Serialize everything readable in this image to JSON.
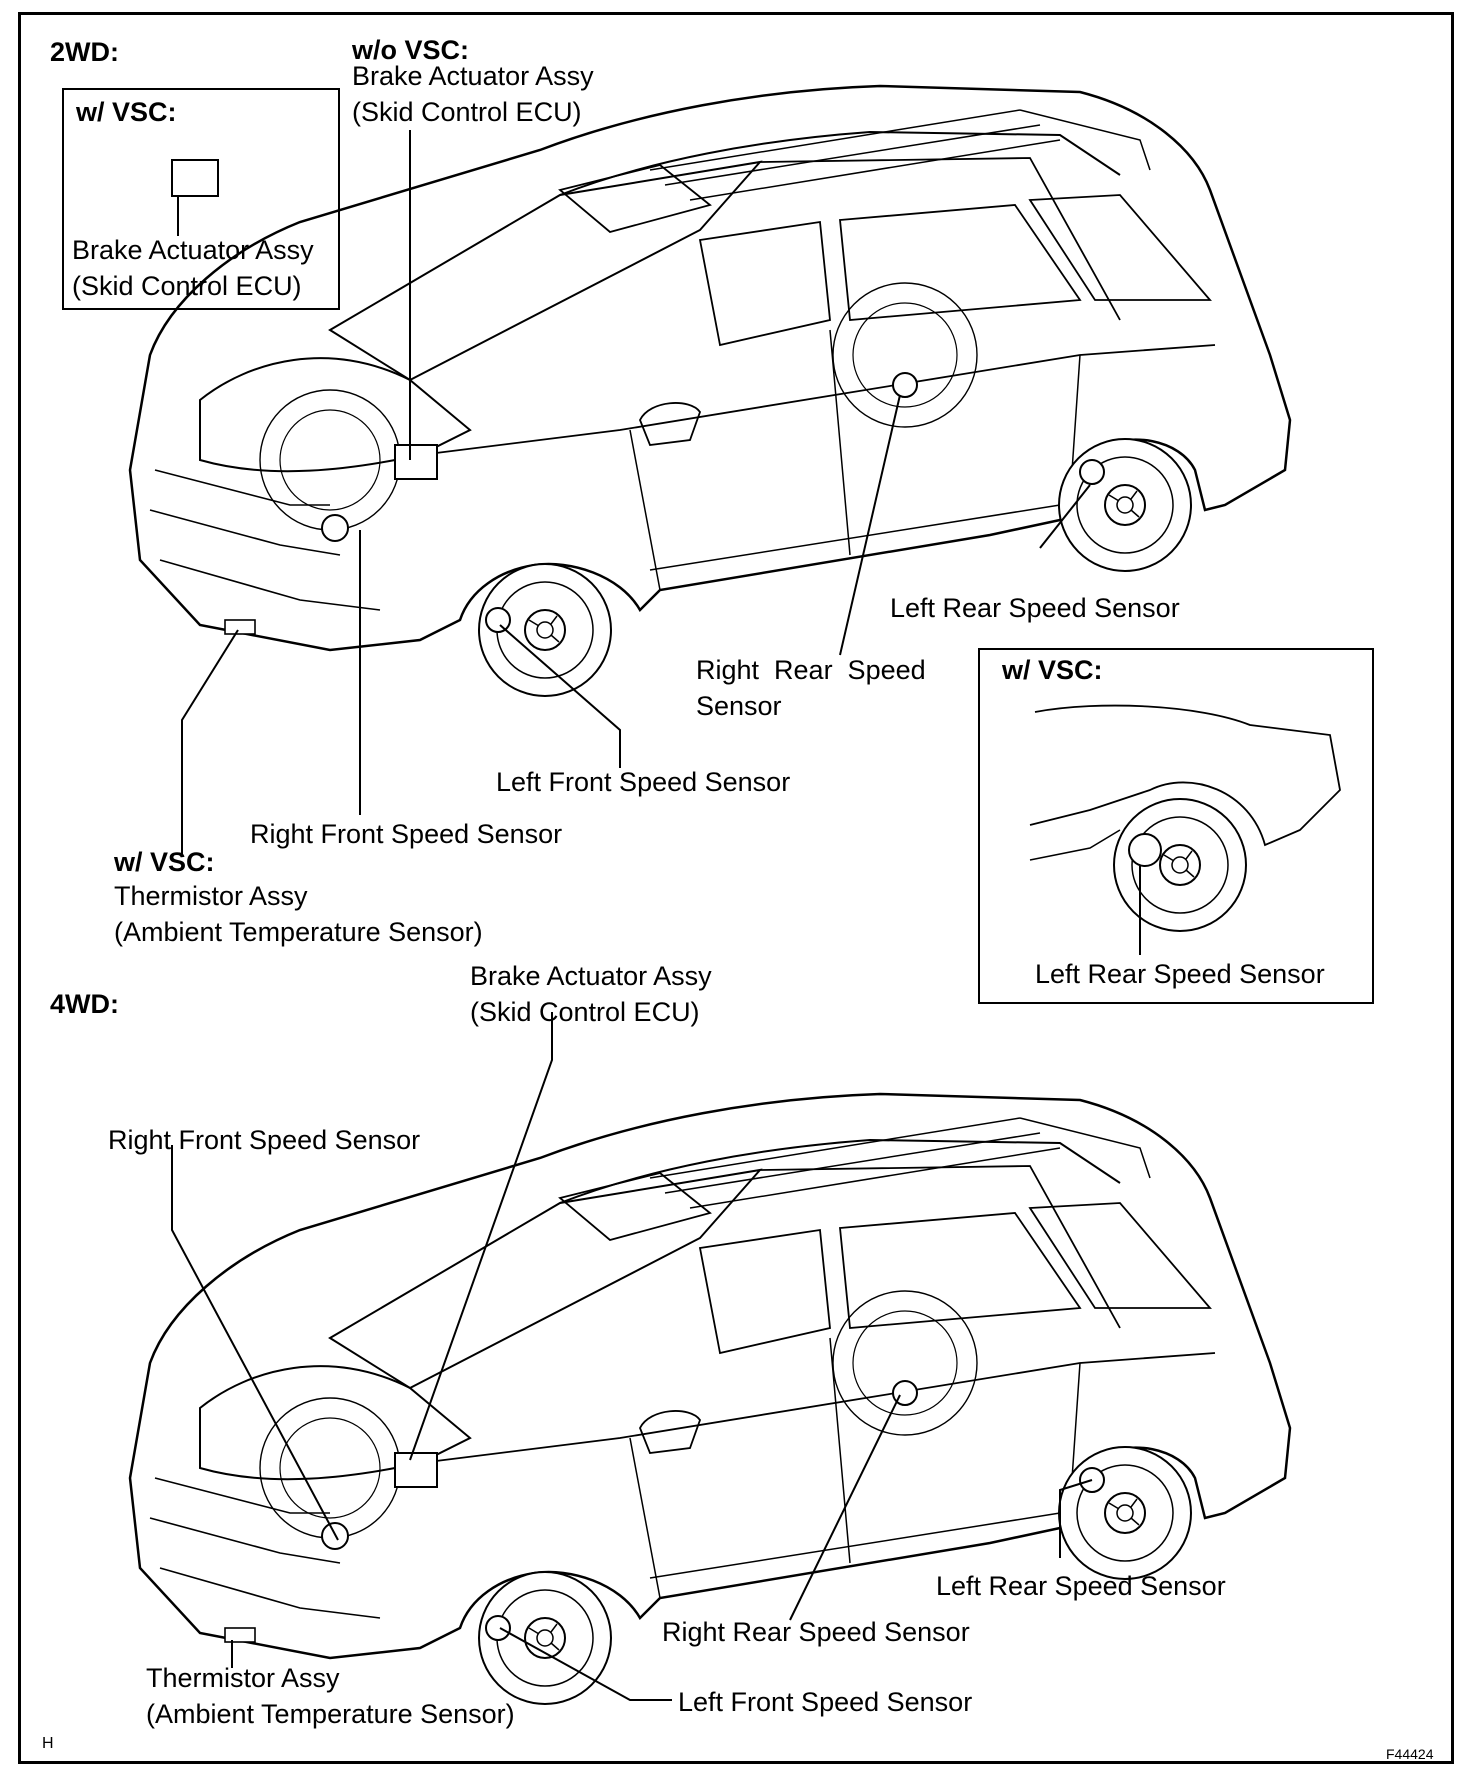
{
  "sections": {
    "twowd": {
      "heading": "2WD:",
      "inset_heading": "w/ VSC:",
      "inset_part_line1": "Brake Actuator Assy",
      "inset_part_line2": "(Skid Control ECU)",
      "wo_vsc_heading": "w/o VSC:",
      "wo_vsc_line1": "Brake Actuator Assy",
      "wo_vsc_line2": "(Skid Control ECU)",
      "left_rear": "Left Rear Speed Sensor",
      "right_rear_line1": "Right  Rear  Speed",
      "right_rear_line2": "Sensor",
      "left_front": "Left Front Speed Sensor",
      "right_front": "Right Front Speed Sensor",
      "thermistor_heading": "w/ VSC:",
      "thermistor_line1": "Thermistor Assy",
      "thermistor_line2": "(Ambient Temperature Sensor)",
      "rear_inset_heading": "w/ VSC:",
      "rear_inset_label": "Left Rear Speed Sensor"
    },
    "fourwd": {
      "heading": "4WD:",
      "brake_line1": "Brake Actuator Assy",
      "brake_line2": "(Skid Control ECU)",
      "right_front": "Right Front Speed Sensor",
      "left_rear": "Left Rear Speed Sensor",
      "right_rear": "Right Rear Speed Sensor",
      "thermistor_line1": "Thermistor Assy",
      "thermistor_line2": "(Ambient Temperature Sensor)",
      "left_front": "Left Front Speed Sensor"
    }
  },
  "footer": {
    "left_code": "H",
    "figure_id": "F44424"
  },
  "colors": {
    "line": "#000000",
    "background": "#ffffff"
  }
}
